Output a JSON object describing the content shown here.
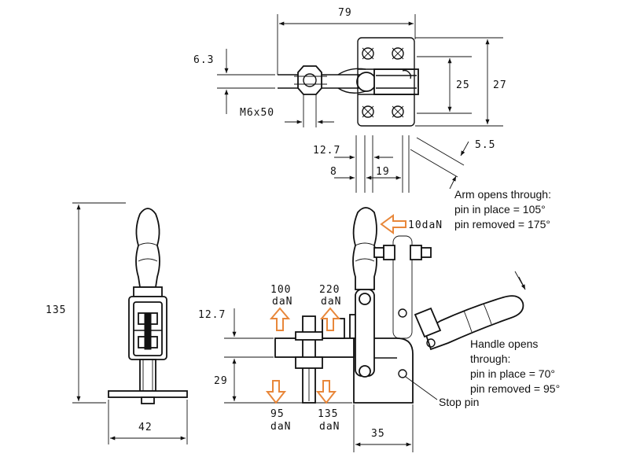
{
  "dimensions": {
    "top_width": "79",
    "bolt_offset": "6.3",
    "thread": "M6x50",
    "base_25": "25",
    "base_27": "27",
    "d_12_7_top": "12.7",
    "d_5_5": "5.5",
    "d_8": "8",
    "d_19": "19",
    "height_135": "135",
    "width_42": "42",
    "d_12_7_side": "12.7",
    "d_29": "29",
    "d_35": "35"
  },
  "forces": {
    "up_left_value": "100",
    "up_right_value": "220",
    "down_left_value": "95",
    "down_right_value": "135",
    "unit": "daN",
    "arm_force": "10daN"
  },
  "notes": {
    "arm_line1": "Arm opens through:",
    "arm_line2": "pin in place = 105°",
    "arm_line3": "pin removed = 175°",
    "handle_line1": "Handle opens",
    "handle_line2": "through:",
    "handle_line3": "pin in place = 70°",
    "handle_line4": "pin removed = 95°",
    "stop_pin": "Stop pin"
  },
  "colors": {
    "force_arrow": "#e8873a",
    "ink": "#111111"
  }
}
